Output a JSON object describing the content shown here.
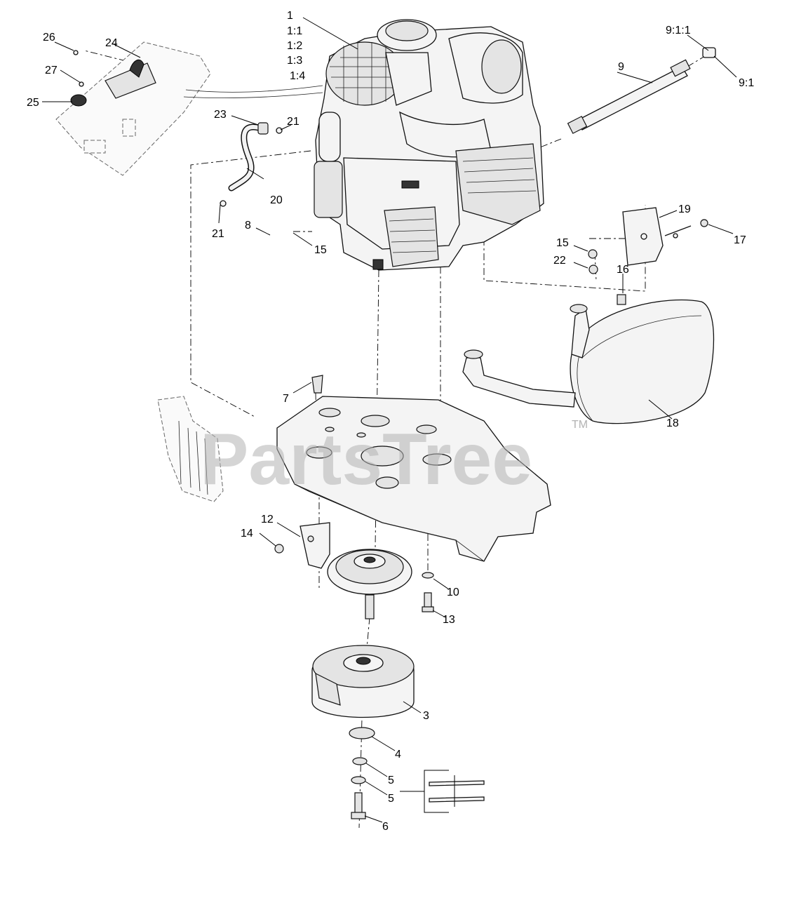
{
  "watermark": {
    "text": "PartsTree",
    "trademark": "TM"
  },
  "callouts": [
    {
      "id": "c1",
      "label": "1"
    },
    {
      "id": "c1_1",
      "label": "1:1"
    },
    {
      "id": "c1_2",
      "label": "1:2"
    },
    {
      "id": "c1_3",
      "label": "1:3"
    },
    {
      "id": "c1_4",
      "label": "1:4"
    },
    {
      "id": "c3",
      "label": "3"
    },
    {
      "id": "c4",
      "label": "4"
    },
    {
      "id": "c5a",
      "label": "5"
    },
    {
      "id": "c5b",
      "label": "5"
    },
    {
      "id": "c6",
      "label": "6"
    },
    {
      "id": "c7",
      "label": "7"
    },
    {
      "id": "c8",
      "label": "8"
    },
    {
      "id": "c9",
      "label": "9"
    },
    {
      "id": "c9_1",
      "label": "9:1"
    },
    {
      "id": "c9_1_1",
      "label": "9:1:1"
    },
    {
      "id": "c10",
      "label": "10"
    },
    {
      "id": "c12",
      "label": "12"
    },
    {
      "id": "c13",
      "label": "13"
    },
    {
      "id": "c14",
      "label": "14"
    },
    {
      "id": "c15a",
      "label": "15"
    },
    {
      "id": "c15b",
      "label": "15"
    },
    {
      "id": "c16",
      "label": "16"
    },
    {
      "id": "c17",
      "label": "17"
    },
    {
      "id": "c18",
      "label": "18"
    },
    {
      "id": "c19",
      "label": "19"
    },
    {
      "id": "c20",
      "label": "20"
    },
    {
      "id": "c21a",
      "label": "21"
    },
    {
      "id": "c21b",
      "label": "21"
    },
    {
      "id": "c22",
      "label": "22"
    },
    {
      "id": "c23",
      "label": "23"
    },
    {
      "id": "c24",
      "label": "24"
    },
    {
      "id": "c25",
      "label": "25"
    },
    {
      "id": "c26",
      "label": "26"
    },
    {
      "id": "c27",
      "label": "27"
    }
  ]
}
